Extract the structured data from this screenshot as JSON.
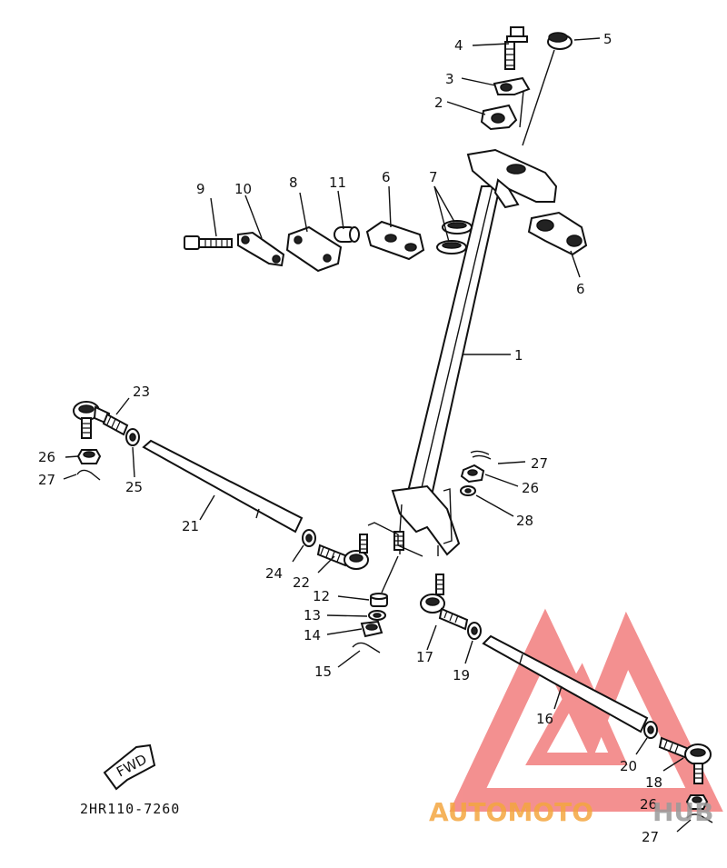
{
  "diagram": {
    "part_code": "2HR110-7260",
    "fwd_label": "FWD",
    "colors": {
      "ink": "#111111",
      "watermark_red": "#f06b6b",
      "watermark_orange": "#f4a640",
      "watermark_gray": "#9a9a9a"
    },
    "callouts": [
      {
        "id": "c1",
        "label": "1"
      },
      {
        "id": "c2",
        "label": "2"
      },
      {
        "id": "c3",
        "label": "3"
      },
      {
        "id": "c4",
        "label": "4"
      },
      {
        "id": "c5",
        "label": "5"
      },
      {
        "id": "c6a",
        "label": "6"
      },
      {
        "id": "c6b",
        "label": "6"
      },
      {
        "id": "c7",
        "label": "7"
      },
      {
        "id": "c8",
        "label": "8"
      },
      {
        "id": "c9",
        "label": "9"
      },
      {
        "id": "c10",
        "label": "10"
      },
      {
        "id": "c11",
        "label": "11"
      },
      {
        "id": "c12",
        "label": "12"
      },
      {
        "id": "c13",
        "label": "13"
      },
      {
        "id": "c14",
        "label": "14"
      },
      {
        "id": "c15",
        "label": "15"
      },
      {
        "id": "c16",
        "label": "16"
      },
      {
        "id": "c17",
        "label": "17"
      },
      {
        "id": "c18",
        "label": "18"
      },
      {
        "id": "c19",
        "label": "19"
      },
      {
        "id": "c20",
        "label": "20"
      },
      {
        "id": "c21",
        "label": "21"
      },
      {
        "id": "c22",
        "label": "22"
      },
      {
        "id": "c23",
        "label": "23"
      },
      {
        "id": "c24",
        "label": "24"
      },
      {
        "id": "c25",
        "label": "25"
      },
      {
        "id": "c26a",
        "label": "26"
      },
      {
        "id": "c26b",
        "label": "26"
      },
      {
        "id": "c26c",
        "label": "26"
      },
      {
        "id": "c27a",
        "label": "27"
      },
      {
        "id": "c27b",
        "label": "27"
      },
      {
        "id": "c27c",
        "label": "27"
      },
      {
        "id": "c28",
        "label": "28"
      }
    ]
  },
  "watermark": {
    "part1": "AUTOMOTO",
    "part2": "HUB"
  }
}
